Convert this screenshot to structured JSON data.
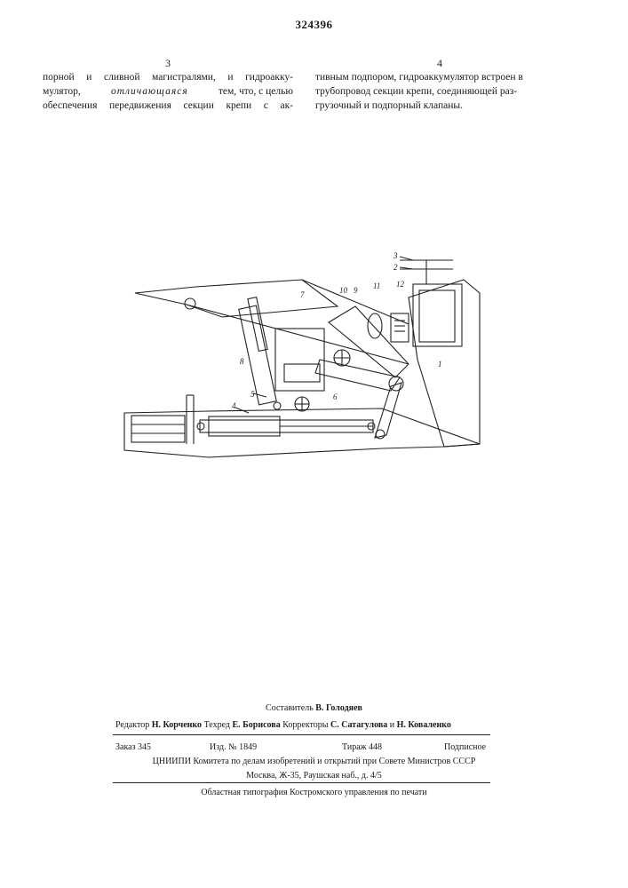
{
  "header": {
    "patent_number": "324396",
    "column_left_number": "3",
    "column_right_number": "4"
  },
  "text": {
    "left_lines": [
      "порной и сливной магистралями, и гидроакку-",
      "мулятор,",
      "отличающаяся",
      "тем, что, с целью",
      "обеспечения передвижения секции крепи с ак-"
    ],
    "right_lines": [
      "тивным подпором, гидроаккумулятор встроен в",
      "трубопровод секции крепи, соединяющей раз-",
      "грузочный и подпорный клапаны."
    ]
  },
  "drawing": {
    "labels": [
      "1",
      "2",
      "3",
      "4",
      "5",
      "6",
      "7",
      "8",
      "9",
      "10",
      "11",
      "12"
    ]
  },
  "footer": {
    "composer_prefix": "Составитель",
    "composer_name": "В. Голодяев",
    "editor_prefix": "Редактор",
    "editor_name": "Н. Корченко",
    "techred_prefix": "Техред",
    "techred_name": "Е. Борисова",
    "correctors_prefix": "Корректоры",
    "correctors_name_1": "С. Сатагулова",
    "and_word": "и",
    "correctors_name_2": "Н. Коваленко",
    "order": "Заказ 345",
    "edition_no": "Изд. № 1849",
    "circulation": "Тираж 448",
    "subscription": "Подписное",
    "institute_line": "ЦНИИПИ Комитета по делам изобретений и открытий при Совете Министров СССР",
    "address_line": "Москва, Ж-35, Раушская наб., д. 4/5",
    "printer_line": "Областная типография Костромского управления по печати"
  }
}
